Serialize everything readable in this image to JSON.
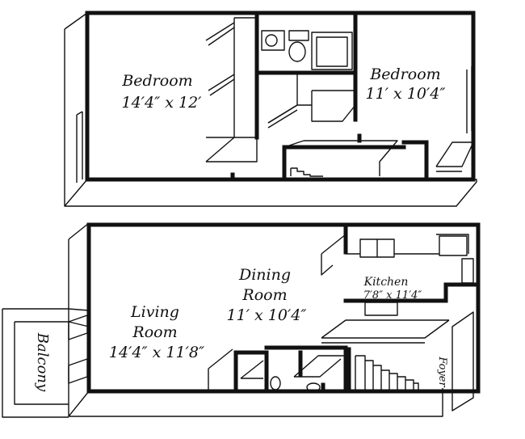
{
  "upper_floor": {
    "bedroom_left": {
      "name": "Bedroom",
      "size": "14′4″ x 12′"
    },
    "bedroom_right": {
      "name": "Bedroom",
      "size": "11′ x 10′4″"
    }
  },
  "lower_floor": {
    "dining": {
      "name_line1": "Dining",
      "name_line2": "Room",
      "size": "11′ x 10′4″"
    },
    "kitchen": {
      "name": "Kitchen",
      "size": "7′8″ x 11′4″"
    },
    "living": {
      "name_line1": "Living",
      "name_line2": "Room",
      "size": "14′4″ x 11′8″"
    },
    "balcony": {
      "name": "Balcony"
    },
    "foyer": {
      "name": "Foyer"
    }
  }
}
